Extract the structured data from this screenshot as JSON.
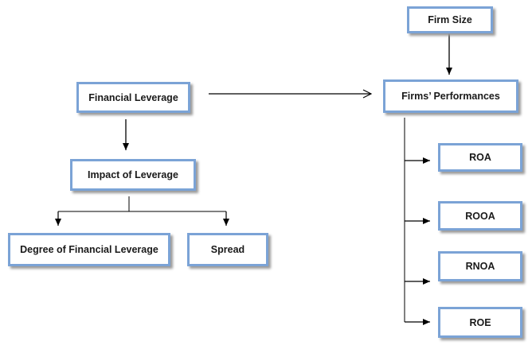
{
  "nodes": {
    "firm_size": "Firm Size",
    "financial_leverage": "Financial Leverage",
    "firms_performances": "Firms’ Performances",
    "impact_of_leverage": "Impact of Leverage",
    "degree_of_financial_leverage": "Degree of Financial Leverage",
    "spread": "Spread",
    "roa": "ROA",
    "rooa": "ROOA",
    "rnoa": "RNOA",
    "roe": "ROE"
  },
  "edges": [
    {
      "from": "firm_size",
      "to": "firms_performances"
    },
    {
      "from": "financial_leverage",
      "to": "firms_performances"
    },
    {
      "from": "financial_leverage",
      "to": "impact_of_leverage"
    },
    {
      "from": "impact_of_leverage",
      "to": "degree_of_financial_leverage"
    },
    {
      "from": "impact_of_leverage",
      "to": "spread"
    },
    {
      "from": "firms_performances",
      "to": "roa"
    },
    {
      "from": "firms_performances",
      "to": "rooa"
    },
    {
      "from": "firms_performances",
      "to": "rnoa"
    },
    {
      "from": "firms_performances",
      "to": "roe"
    }
  ],
  "colors": {
    "box_border": "#7ba3d6",
    "shadow": "#9a9a9a",
    "line": "#000000"
  }
}
